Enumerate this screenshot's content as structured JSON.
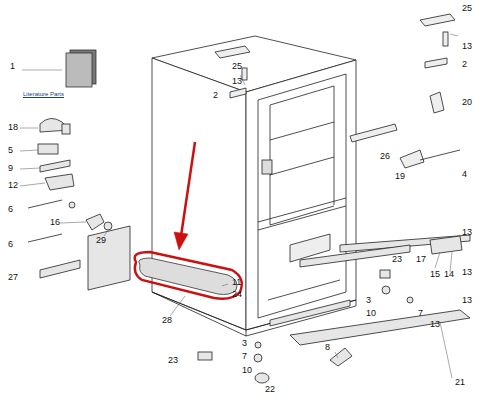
{
  "diagram": {
    "labels": [
      "1",
      "Literature Parts",
      "25",
      "13",
      "25",
      "13",
      "2",
      "2",
      "20",
      "18",
      "5",
      "9",
      "12",
      "26",
      "19",
      "4",
      "6",
      "16",
      "29",
      "6",
      "27",
      "13",
      "17",
      "23",
      "15",
      "14",
      "13",
      "13",
      "11",
      "24",
      "3",
      "10",
      "7",
      "28",
      "13",
      "23",
      "3",
      "7",
      "10",
      "22",
      "8",
      "21"
    ]
  }
}
